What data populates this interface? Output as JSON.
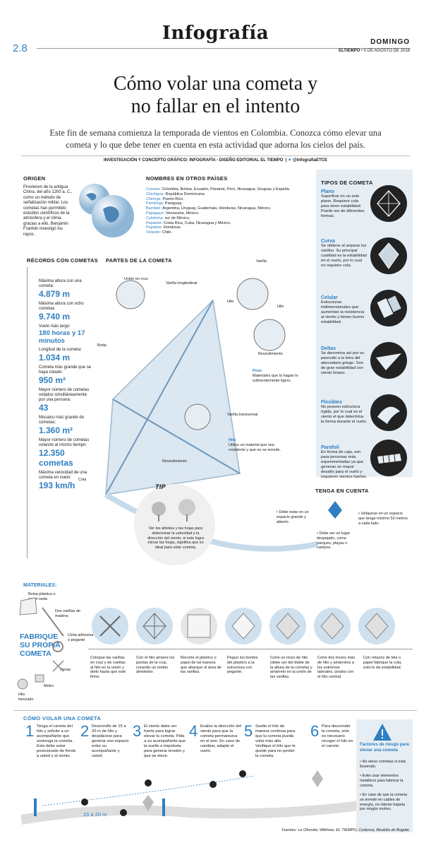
{
  "header": {
    "section": "Infografía",
    "page_number": "2.8",
    "day": "DOMINGO",
    "brand": "ELTIEMPO",
    "date": "5 DE AGOSTO DE 2018"
  },
  "title_lines": [
    "Cómo volar una cometa y",
    "no fallar en el intento"
  ],
  "subtitle": "Este fin de semana comienza la temporada de vientos en Colombia. Conozca cómo elevar una cometa y lo que debe tener en cuenta en esta actividad que adorna los cielos del país.",
  "credit": "INVESTIGACIÓN Y CONCEPTO GRÁFICO: INFOGRAFÍA - DISEÑO EDITORIAL EL TIEMPO",
  "handle": "@InfografiaETCE",
  "origin": {
    "heading": "ORIGEN",
    "text": "Provienen de la antigua China, del año 1200 a. C., como un método de señalización militar. Los cometas han permitido estudios científicos de la atmósfera y el clima, gracias a ello, Benjamin Franklin investigó los rayos."
  },
  "names": {
    "heading": "NOMBRES EN OTROS PAÍSES",
    "items": [
      {
        "name": "Cometa:",
        "countries": "Colombia, Bolivia, Ecuador, Panamá, Perú, Nicaragua, Uruguay y España."
      },
      {
        "name": "Chichigua:",
        "countries": "República Dominicana."
      },
      {
        "name": "Chiringa:",
        "countries": "Puerto Rico."
      },
      {
        "name": "Pandorga:",
        "countries": "Paraguay."
      },
      {
        "name": "Barrilete:",
        "countries": "Argentina, Uruguay, Guatemala, Honduras, Nicaragua, México."
      },
      {
        "name": "Papagayo:",
        "countries": "Venezuela, México."
      },
      {
        "name": "Culebrina:",
        "countries": "sur de México."
      },
      {
        "name": "Papalote:",
        "countries": "Costa Rica, Cuba, Nicaragua y México."
      },
      {
        "name": "Papalote:",
        "countries": "Honduras."
      },
      {
        "name": "Volantín:",
        "countries": "Chile."
      }
    ]
  },
  "kite_types": {
    "heading": "TIPOS DE COMETA",
    "items": [
      {
        "name": "Plano",
        "desc": "Superficie en un solo plano. Requiere cola para tener estabilidad. Puede ser de diferentes formas."
      },
      {
        "name": "Curva",
        "desc": "Se obtiene al arquear los varillos. Su principal cualidad es la estabilidad en el vuelo, por lo cual no requiere cola."
      },
      {
        "name": "Celular",
        "desc": "Estructuras tridimensionales que aumentan la resistencia al viento y tienen bueno estabilidad."
      },
      {
        "name": "Deltas",
        "desc": "Se denomina así por su parecido a la letra del abecedario griego. Son de gran estabilidad con viento liviano."
      },
      {
        "name": "Flexibles",
        "desc": "No poseen estructura rígida, por lo cual es el viento el que determina la forma durante el vuelo."
      },
      {
        "name": "Parafoil",
        "desc": "En forma de caja, son para personas más experimentadas ya que generan un mayor desafío para el vuelo y requieren vientos fuertes."
      }
    ]
  },
  "records": {
    "heading": "RÉCORDS CON COMETAS",
    "items": [
      {
        "label": "Máxima altura con una cometa:",
        "value": "4.879 m"
      },
      {
        "label": "Máxima altura con ocho cometas",
        "value": "9.740 m"
      },
      {
        "label": "Vuelo más largo:",
        "value": "180 horas y 17 minutos"
      },
      {
        "label": "Longitud de la cometa:",
        "value": "1.034 m"
      },
      {
        "label": "Cometa más grande que se haya volado:",
        "value": "950 m²"
      },
      {
        "label": "Mayor número de cometas volados simultáneamente por una persona:",
        "value": "43"
      },
      {
        "label": "Mosaico más grande de cometas:",
        "value": "1.360 m²"
      },
      {
        "label": "Mayor número de cometas volando al mismo tiempo:",
        "value": "12.350 cometas"
      },
      {
        "label": "Máxima velocidad de una cometa en vuelo:",
        "value": "193 km/h"
      }
    ]
  },
  "parts": {
    "heading": "PARTES DE LA COMETA",
    "labels": {
      "union": "Unión en cruz",
      "varilla_long": "Varilla longitudinal",
      "varilla": "Varilla",
      "hilo_top": "Hilo",
      "hilo_right": "Hilo",
      "brida": "Brida",
      "revestimiento_right": "Revestimiento",
      "peso": "Peso",
      "peso_desc": "Materiales que lo hagan lo suficientemente ligero.",
      "varilla_trans": "Varilla transversal",
      "hilo_mid": "Hilo",
      "hilo_mid_desc": "Utilice un material que sea resistente y que no se enrede.",
      "revestimiento": "Revestimiento",
      "cola": "Cola"
    }
  },
  "tip": {
    "heading": "TIP",
    "text": "Ver los árboles y las hojas para determinar la velocidad y la dirección del viento; si este logra elevar las hojas, significa que es ideal para volar cometa."
  },
  "consider": {
    "heading": "TENGA EN CUENTA",
    "items": [
      "Debe estar en un espacio grande y abierto",
      "Ubíquese en un espacio que tenga mínimo 50 metros a cada lado.",
      "Debe ser un lugar despejado, como parques, playas o campos."
    ]
  },
  "materials": {
    "heading": "MATERIALES:",
    "items": [
      "Bolsa plástica o papel seda",
      "Dos varillas de madera",
      "Cinta adhesiva o pegante",
      "Tijeras",
      "Metro",
      "Hilo trenzado"
    ],
    "build_title": "FABRIQUE SU PROPIA COMETA"
  },
  "build_steps": [
    "Coloque las varillas en cruz y de vueltas al hilo en la unión y átelo hasta que esté firme.",
    "Con el hilo amarre los puntas de la cruz, creando un rombo alrededor.",
    "Recorte el plástico o papel de tal manera que abarque el área de las varillas.",
    "Pegue los bordes del plástico a la estructura con pegante.",
    "Corte un trozo de hilo (debe ser del doble de la altura de la cometa) y amárrelo en la unión de las varillas.",
    "Corte dos trozos más de hilo y amárrelos a los extremos laterales, únalos con el hilo central.",
    "Con retazos de tela o papel fabrique la cola, esto le da estabilidad."
  ],
  "how_to": {
    "heading": "CÓMO VOLAR UNA COMETA",
    "steps": [
      {
        "n": "1",
        "text": "Tenga el carrete del hilo y solicite a un acompañante que sostenga la cometa. Esto debe estar posicionado de frente a usted y al viento."
      },
      {
        "n": "2",
        "text": "Desenrolle de 15 a 20 m de hilo y desplácese para generar ese espacio entre su acompañante y usted."
      },
      {
        "n": "3",
        "text": "El viento debe ser fuerte para lograr elevar la cometa. Pida a su acompañante que la suelte e impúlsela para generar tensión y que se eleve."
      },
      {
        "n": "4",
        "text": "Evalúe la dirección del viento para que la cometa permanezca en el aire. En caso de cambiar, adapte el vuelo."
      },
      {
        "n": "5",
        "text": "Suelte el hilo de manera continua para que la cometa pueda volar más alto. Verifique el hilo que le quede para no perder la cometa."
      },
      {
        "n": "6",
        "text": "Para descender la cometa, solo es necesario recoger el hilo en el carrete."
      }
    ],
    "distance": "15 a 20 m"
  },
  "risk": {
    "heading": "Factores de riesgo para elevar una cometa",
    "items": [
      "No eleve cometas si está lloviendo.",
      "Evite usar elementos metálicos para fabricar la cometa.",
      "En caso de que la cometa se enrede en cables de energía, no intente bajarla por ningún motivo."
    ]
  },
  "sources": "Fuentes: La Ofrenda, Wikihow, EL TIEMPO, Codensa, Alcaldía de Bogotá.",
  "colors": {
    "accent": "#2f7fc1",
    "panel": "#e6eef4",
    "kite": "#dbe7f1"
  }
}
